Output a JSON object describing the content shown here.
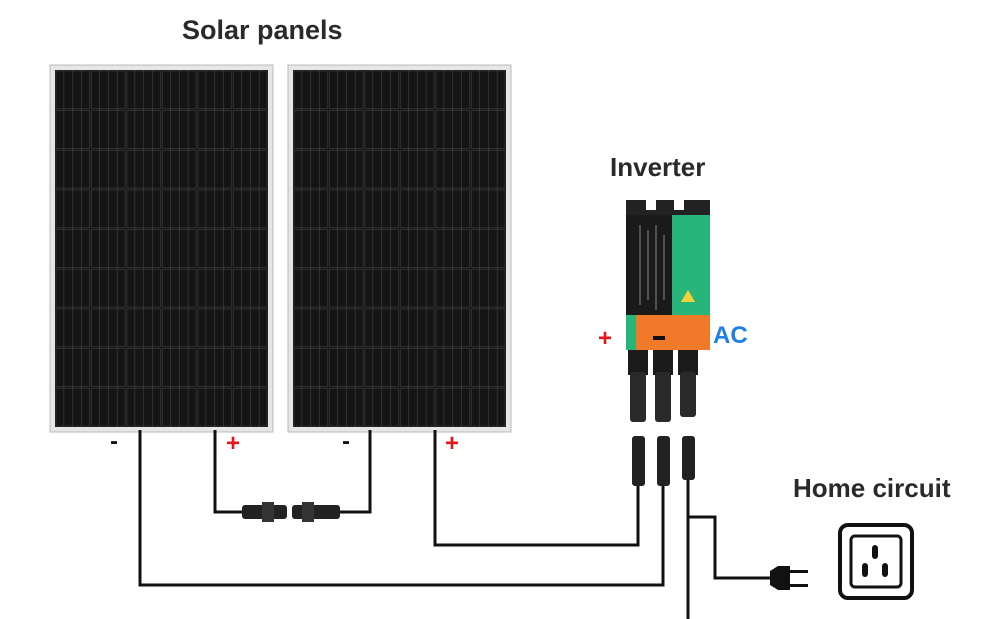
{
  "labels": {
    "solar_panels": "Solar panels",
    "inverter": "Inverter",
    "home_circuit": "Home circuit",
    "ac": "AC"
  },
  "polarity": {
    "panel1_negative": "-",
    "panel1_positive": "+",
    "panel2_negative": "-",
    "panel2_positive": "+",
    "inverter_positive": "+"
  },
  "colors": {
    "positive": "#e8141c",
    "ac": "#1e7fe6",
    "inverter_green": "#27b57a",
    "inverter_orange": "#f07a2a"
  },
  "icons": [
    "solar-panel-icon",
    "inverter-icon",
    "plug-icon",
    "power-outlet-icon",
    "mc4-connector-icon"
  ]
}
